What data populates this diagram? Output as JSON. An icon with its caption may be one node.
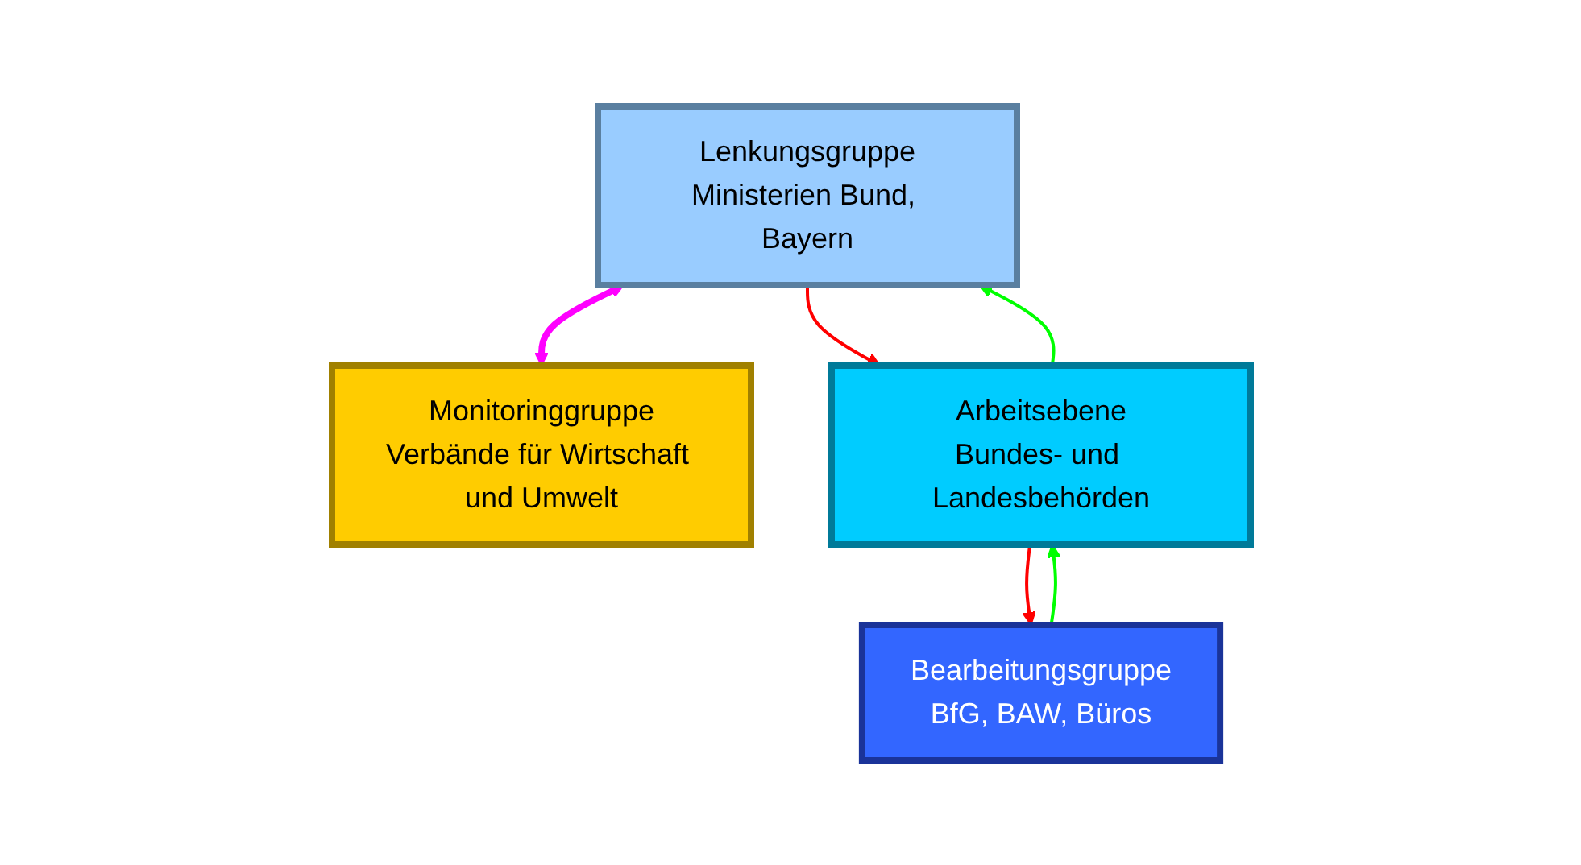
{
  "diagram": {
    "nodes": [
      {
        "text": [
          "Lenkungsgruppe",
          "Ministerien Bund, Bayern"
        ]
      },
      {
        "text": [
          "Monitoringgruppe",
          "Verbände für Wirtschaft und Umwelt"
        ]
      },
      {
        "text": [
          "Arbeitsebene",
          "Bundes- und Landesbehörden"
        ]
      },
      {
        "text": [
          "Bearbeitungsgruppe",
          "BfG, BAW, Büros"
        ]
      }
    ],
    "edges": [
      {
        "from": 0,
        "to": 1,
        "arrow": "both",
        "color": "#ff00ff",
        "style": "thick"
      },
      {
        "from": 0,
        "to": 2,
        "arrow": "to",
        "color": "#ff0000"
      },
      {
        "from": 2,
        "to": 0,
        "arrow": "to",
        "color": "#00ff00"
      },
      {
        "from": 2,
        "to": 3,
        "arrow": "to",
        "color": "#ff0000"
      },
      {
        "from": 3,
        "to": 2,
        "arrow": "to",
        "color": "#00ff00"
      }
    ]
  }
}
